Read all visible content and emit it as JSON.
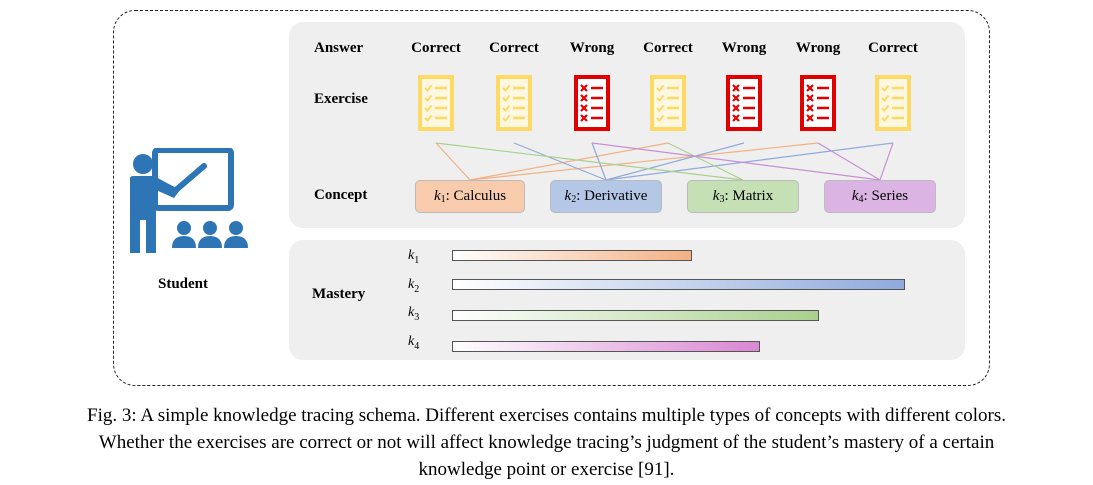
{
  "labels": {
    "answer": "Answer",
    "exercise": "Exercise",
    "concept": "Concept",
    "mastery": "Mastery",
    "student": "Student"
  },
  "answers": [
    "Correct",
    "Correct",
    "Wrong",
    "Correct",
    "Wrong",
    "Wrong",
    "Correct"
  ],
  "exercise_status": [
    "correct",
    "correct",
    "wrong",
    "correct",
    "wrong",
    "wrong",
    "correct"
  ],
  "concepts": [
    {
      "sym": "k",
      "sub": "1",
      "name": ": Calculus",
      "color": "#f8cbad"
    },
    {
      "sym": "k",
      "sub": "2",
      "name": ": Derivative",
      "color": "#b4c7e7"
    },
    {
      "sym": "k",
      "sub": "3",
      "name": ": Matrix",
      "color": "#c5e0b4"
    },
    {
      "sym": "k",
      "sub": "4",
      "name": ": Series",
      "color": "#dcb4e4"
    }
  ],
  "mastery": [
    {
      "sym": "k",
      "sub": "1",
      "level": 0.53,
      "color": "#f4b183"
    },
    {
      "sym": "k",
      "sub": "2",
      "level": 1.0,
      "color": "#8faadc"
    },
    {
      "sym": "k",
      "sub": "3",
      "level": 0.81,
      "color": "#a9d18e"
    },
    {
      "sym": "k",
      "sub": "4",
      "level": 0.68,
      "color": "#d987d2"
    }
  ],
  "colors": {
    "correct_sheet": "#ffd966",
    "wrong_sheet": "#e00000"
  },
  "caption": {
    "line1": "Fig. 3: A simple knowledge tracing schema. Different exercises contains multiple types of concepts with different colors.",
    "line2": "Whether the exercises are correct or not will affect knowledge tracing’s judgment of the student’s mastery of a certain",
    "line3": "knowledge point or exercise [91]."
  }
}
